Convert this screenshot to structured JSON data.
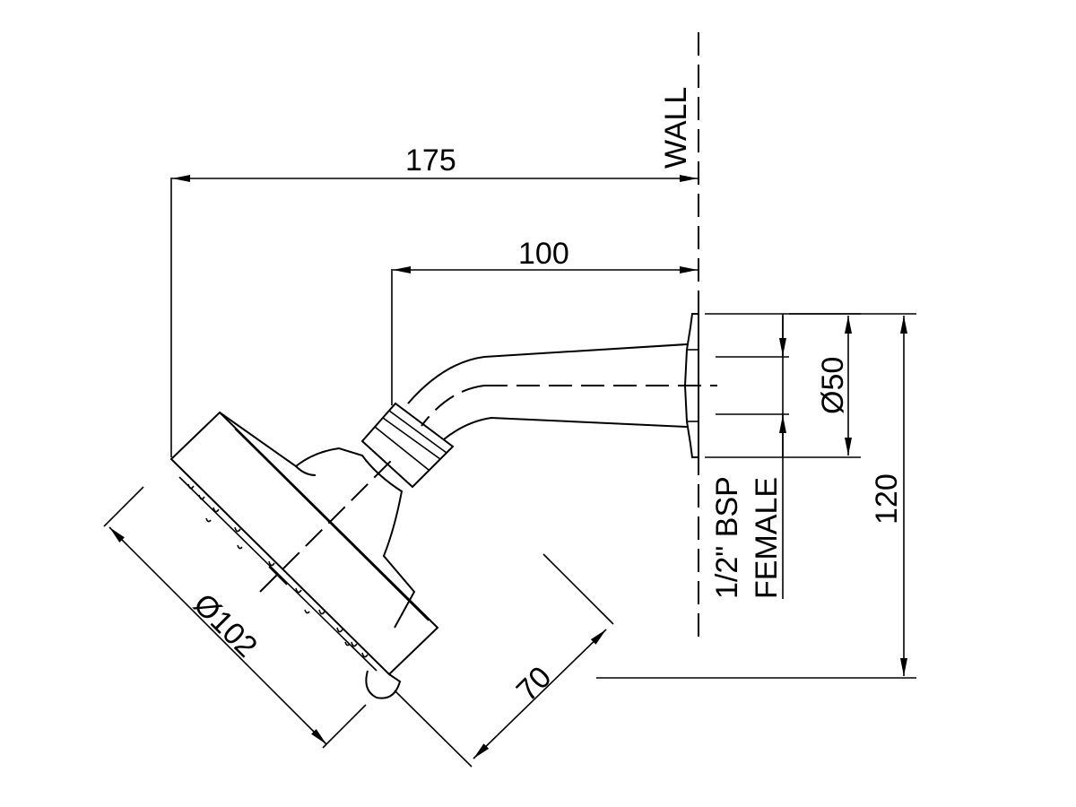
{
  "labels": {
    "wall": "WALL",
    "dim_overall_projection": "175",
    "dim_arm_projection": "100",
    "dim_flange_diameter": "Ø50",
    "dim_drop": "120",
    "dim_head_diameter": "Ø102",
    "dim_head_depth": "70",
    "thread_size": "1/2\" BSP",
    "thread_type": "FEMALE"
  },
  "dimensions_mm": {
    "overall_projection": 175,
    "arm_projection": 100,
    "flange_diameter": 50,
    "drop": 120,
    "head_diameter": 102,
    "head_depth": 70
  }
}
